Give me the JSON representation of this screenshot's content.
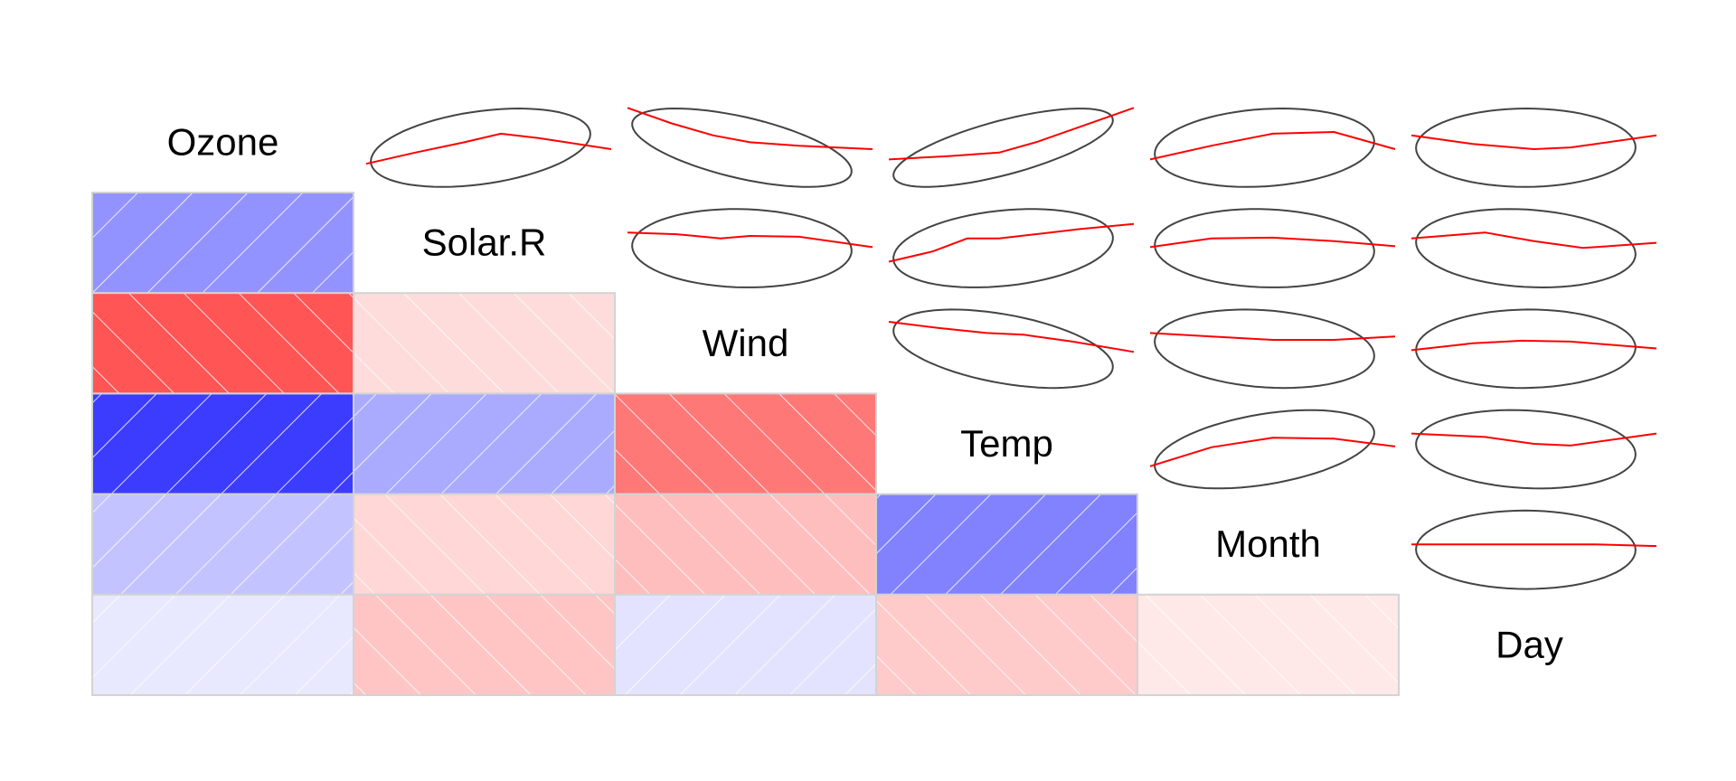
{
  "chart_data": {
    "type": "heatmap",
    "variables": [
      "Ozone",
      "Solar.R",
      "Wind",
      "Temp",
      "Month",
      "Day"
    ],
    "lower_panel": "shade",
    "upper_panel": "pie",
    "upper_style": "ellipse with loess smooth",
    "correlations": [
      [
        1.0,
        0.35,
        -0.6,
        0.7,
        0.16,
        0.01
      ],
      [
        0.35,
        1.0,
        -0.06,
        0.26,
        -0.08,
        -0.15
      ],
      [
        -0.6,
        -0.06,
        1.0,
        -0.46,
        -0.18,
        0.03
      ],
      [
        0.7,
        0.26,
        -0.46,
        1.0,
        0.42,
        -0.13
      ],
      [
        0.16,
        -0.08,
        -0.18,
        0.42,
        1.0,
        -0.01
      ],
      [
        0.01,
        -0.15,
        0.03,
        -0.13,
        -0.01,
        1.0
      ]
    ],
    "colors": {
      "positive": "#0000ff",
      "negative": "#ff0000",
      "ellipse": "#444444",
      "smooth": "#ff0000",
      "cell_border": "#d3d3d3",
      "hatch": "#ffffff"
    },
    "smooth_curves": {
      "0-1": [
        [
          0,
          0.25
        ],
        [
          0.2,
          0.38
        ],
        [
          0.4,
          0.5
        ],
        [
          0.55,
          0.6
        ],
        [
          0.7,
          0.55
        ],
        [
          1,
          0.42
        ]
      ],
      "0-2": [
        [
          0,
          0.9
        ],
        [
          0.18,
          0.72
        ],
        [
          0.35,
          0.58
        ],
        [
          0.5,
          0.5
        ],
        [
          0.7,
          0.46
        ],
        [
          1,
          0.42
        ]
      ],
      "0-3": [
        [
          0,
          0.3
        ],
        [
          0.25,
          0.34
        ],
        [
          0.45,
          0.38
        ],
        [
          0.6,
          0.5
        ],
        [
          0.78,
          0.68
        ],
        [
          1,
          0.9
        ]
      ],
      "0-4": [
        [
          0,
          0.3
        ],
        [
          0.25,
          0.46
        ],
        [
          0.5,
          0.6
        ],
        [
          0.75,
          0.62
        ],
        [
          1,
          0.42
        ]
      ],
      "0-5": [
        [
          0,
          0.58
        ],
        [
          0.25,
          0.48
        ],
        [
          0.5,
          0.42
        ],
        [
          0.65,
          0.44
        ],
        [
          1,
          0.58
        ]
      ],
      "1-2": [
        [
          0,
          0.62
        ],
        [
          0.2,
          0.6
        ],
        [
          0.38,
          0.55
        ],
        [
          0.5,
          0.58
        ],
        [
          0.7,
          0.57
        ],
        [
          1,
          0.45
        ]
      ],
      "1-3": [
        [
          0,
          0.28
        ],
        [
          0.18,
          0.4
        ],
        [
          0.32,
          0.55
        ],
        [
          0.45,
          0.55
        ],
        [
          0.6,
          0.6
        ],
        [
          0.78,
          0.66
        ],
        [
          1,
          0.72
        ]
      ],
      "1-4": [
        [
          0,
          0.45
        ],
        [
          0.25,
          0.55
        ],
        [
          0.5,
          0.56
        ],
        [
          0.75,
          0.52
        ],
        [
          1,
          0.46
        ]
      ],
      "1-5": [
        [
          0,
          0.55
        ],
        [
          0.3,
          0.62
        ],
        [
          0.5,
          0.52
        ],
        [
          0.7,
          0.44
        ],
        [
          1,
          0.5
        ]
      ],
      "2-3": [
        [
          0,
          0.75
        ],
        [
          0.2,
          0.68
        ],
        [
          0.4,
          0.62
        ],
        [
          0.55,
          0.6
        ],
        [
          0.75,
          0.52
        ],
        [
          1,
          0.4
        ]
      ],
      "2-4": [
        [
          0,
          0.62
        ],
        [
          0.25,
          0.58
        ],
        [
          0.5,
          0.54
        ],
        [
          0.75,
          0.54
        ],
        [
          1,
          0.58
        ]
      ],
      "2-5": [
        [
          0,
          0.42
        ],
        [
          0.25,
          0.5
        ],
        [
          0.45,
          0.53
        ],
        [
          0.65,
          0.52
        ],
        [
          1,
          0.44
        ]
      ],
      "3-4": [
        [
          0,
          0.24
        ],
        [
          0.25,
          0.46
        ],
        [
          0.5,
          0.57
        ],
        [
          0.75,
          0.56
        ],
        [
          1,
          0.47
        ]
      ],
      "3-5": [
        [
          0,
          0.62
        ],
        [
          0.3,
          0.58
        ],
        [
          0.5,
          0.5
        ],
        [
          0.65,
          0.48
        ],
        [
          1,
          0.62
        ]
      ],
      "4-5": [
        [
          0,
          0.5
        ],
        [
          0.5,
          0.5
        ],
        [
          0.75,
          0.5
        ],
        [
          1,
          0.48
        ]
      ]
    }
  }
}
